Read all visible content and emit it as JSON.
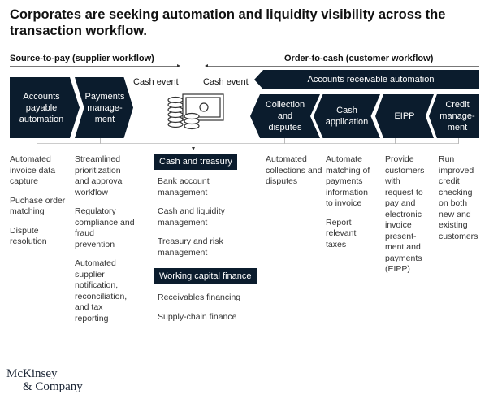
{
  "title": "Corporates are seeking automation and liquidity visibility across the transaction workflow.",
  "source_to_pay": {
    "label": "Source-to-pay (supplier workflow)",
    "steps": [
      {
        "label": "Accounts payable automation",
        "lines": [
          "Accounts",
          "payable",
          "automation"
        ],
        "details": [
          "Automated invoice data capture",
          "Puchase order matching",
          "Dispute resolution"
        ]
      },
      {
        "label": "Payments management",
        "lines": [
          "Payments",
          "manage-",
          "ment"
        ],
        "details": [
          "Streamlined prioritization and approval workflow",
          "Regulatory compliance and fraud prevention",
          "Automated supplier notification, reconciliation, and tax reporting"
        ]
      }
    ]
  },
  "order_to_cash": {
    "label": "Order-to-cash (customer workflow)",
    "banner": "Accounts receivable automation",
    "steps": [
      {
        "label": "Collection and disputes",
        "lines": [
          "Collection",
          "and",
          "disputes"
        ],
        "details": [
          "Automated collections and disputes"
        ]
      },
      {
        "label": "Cash application",
        "lines": [
          "Cash",
          "application"
        ],
        "details": [
          "Automate matching of payments information to invoice",
          "Report relevant taxes"
        ]
      },
      {
        "label": "EIPP",
        "lines": [
          "EIPP"
        ],
        "details": [
          "Provide customers with request to pay and electronic invoice present-ment and payments (EIPP)"
        ]
      },
      {
        "label": "Credit management",
        "lines": [
          "Credit",
          "manage-",
          "ment"
        ],
        "details": [
          "Run improved credit checking on both new and existing customers"
        ]
      }
    ]
  },
  "cash_events": [
    "Cash event",
    "Cash event"
  ],
  "center": {
    "icon": "cash-and-coins-icon",
    "groups": [
      {
        "label": "Cash and treasury",
        "items": [
          "Bank account management",
          "Cash and liquidity management",
          "Treasury and risk management"
        ]
      },
      {
        "label": "Working capital finance",
        "items": [
          "Receivables financing",
          "Supply-chain finance"
        ]
      }
    ]
  },
  "logo": {
    "line1": "McKinsey",
    "line2": "& Company"
  },
  "colors": {
    "navy": "#0b1c2d",
    "text": "#222222",
    "line": "#bbbbbb"
  }
}
